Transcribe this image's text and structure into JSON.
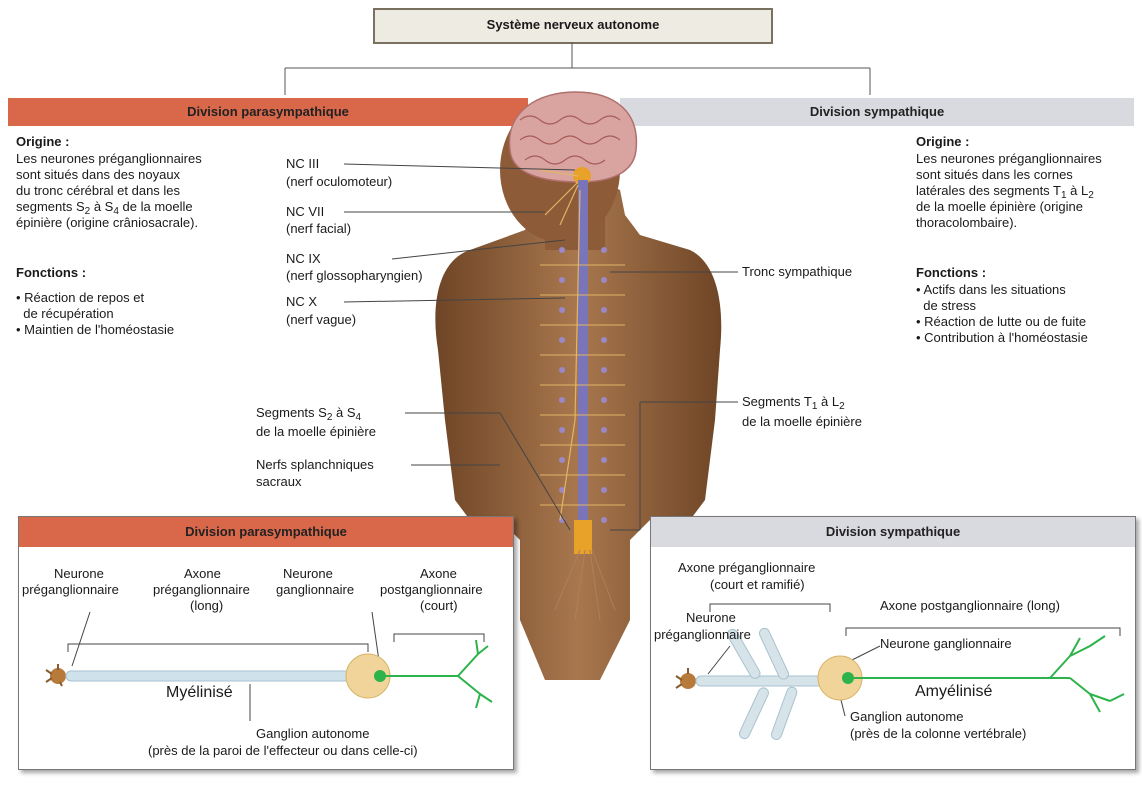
{
  "title": "Système nerveux autonome",
  "parasympathetic": {
    "header": "Division parasympathique",
    "origin_heading": "Origine :",
    "origin_lines": [
      "Les neurones préganglionnaires",
      "sont situés dans des noyaux",
      "du tronc cérébral et dans les"
    ],
    "origin_seg_prefix": "segments S",
    "origin_seg_sub1": "2",
    "origin_seg_mid": " à S",
    "origin_seg_sub2": "4",
    "origin_seg_suffix": " de la moelle",
    "origin_last": "épinière (origine crâniosacrale).",
    "functions_heading": "Fonctions :",
    "functions": [
      "• Réaction de repos et",
      "  de récupération",
      "• Maintien de l'homéostasie"
    ]
  },
  "sympathetic": {
    "header": "Division sympathique",
    "origin_heading": "Origine :",
    "origin_lines": [
      "Les neurones préganglionnaires",
      "sont situés dans les cornes"
    ],
    "origin_seg_prefix": "latérales des segments T",
    "origin_seg_sub1": "1",
    "origin_seg_mid": " à L",
    "origin_seg_sub2": "2",
    "origin_last_lines": [
      "de la moelle épinière (origine",
      "thoracolombaire)."
    ],
    "functions_heading": "Fonctions :",
    "functions": [
      "• Actifs dans les situations",
      "  de stress",
      "• Réaction de lutte ou de fuite",
      "• Contribution à l'homéostasie"
    ]
  },
  "labels": {
    "nc3": "NC III",
    "nc3_name": "(nerf oculomoteur)",
    "nc7": "NC VII",
    "nc7_name": "(nerf facial)",
    "nc9": "NC IX",
    "nc9_name": "(nerf glossopharyngien)",
    "nc10": "NC X",
    "nc10_name": "(nerf vague)",
    "seg_s_prefix": "Segments S",
    "seg_s_sub1": "2",
    "seg_s_mid": " à S",
    "seg_s_sub2": "4",
    "seg_s_line2": "de la moelle épinière",
    "splanch_line1": "Nerfs splanchniques",
    "splanch_line2": "sacraux",
    "tronc": "Tronc sympathique",
    "seg_t_prefix": "Segments T",
    "seg_t_sub1": "1",
    "seg_t_mid": " à L",
    "seg_t_sub2": "2",
    "seg_t_line2": "de la moelle épinière"
  },
  "para_panel": {
    "header": "Division parasympathique",
    "neurone_pre": [
      "Neurone",
      "préganglionnaire"
    ],
    "axone_pre": [
      "Axone",
      "préganglionnaire",
      "(long)"
    ],
    "neurone_gang": [
      "Neurone",
      "ganglionnaire"
    ],
    "axone_post": [
      "Axone",
      "postganglionnaire",
      "(court)"
    ],
    "myelin": "Myélinisé",
    "ganglion": [
      "Ganglion autonome",
      "(près de la paroi de l'effecteur ou dans celle-ci)"
    ]
  },
  "symp_panel": {
    "header": "Division sympathique",
    "axone_pre": [
      "Axone préganglionnaire",
      "(court et ramifié)"
    ],
    "neurone_pre": [
      "Neurone",
      "préganglionnaire"
    ],
    "axone_post": "Axone postganglionnaire (long)",
    "neurone_gang": "Neurone ganglionnaire",
    "amyelin": "Amyélinisé",
    "ganglion": [
      "Ganglion autonome",
      "(près de la colonne vertébrale)"
    ]
  },
  "colors": {
    "para_accent": "#d9674a",
    "symp_accent": "#d9d9e0",
    "postganglionic": "#2db34a",
    "skin": "#9a6a45",
    "brain": "#d9a4a0"
  }
}
